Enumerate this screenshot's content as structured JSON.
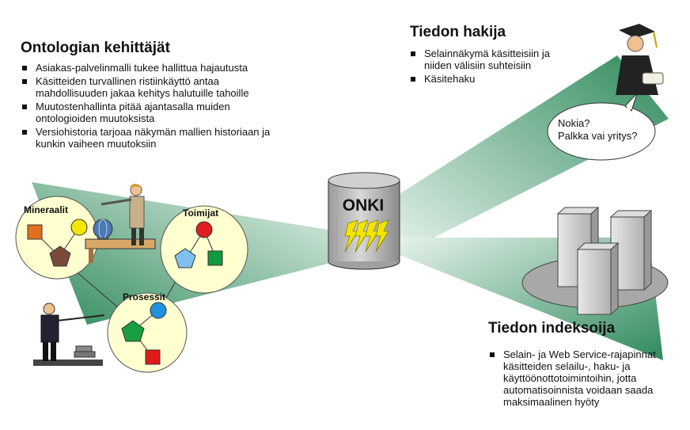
{
  "developers": {
    "title": "Ontologian kehittäjät",
    "items": [
      "Asiakas-palvelinmalli tukee hallittua hajautusta",
      "Käsitteiden turvallinen ristiinkäyttö antaa mahdollisuuden jakaa kehitys halutuille tahoille",
      "Muutostenhallinta pitää ajantasalla muiden ontologioiden muutoksista",
      "Versiohistoria tarjoaa näkymän mallien historiaan ja kunkin vaiheen muutoksiin"
    ]
  },
  "seeker": {
    "title": "Tiedon hakija",
    "items": [
      "Selainnäkymä käsitteisiin ja niiden välisiin suhteisiin",
      "Käsitehaku"
    ],
    "bubble_line1": "Nokia?",
    "bubble_line2": "Palkka vai yritys?"
  },
  "indexer": {
    "title": "Tiedon indeksoija",
    "items": [
      "Selain- ja Web Service-rajapinnat käsitteiden selailu-, haku- ja käyttöönottotoimintoihin, jotta automatisoinnista voidaan saada maksimaalinen hyöty"
    ]
  },
  "server": {
    "label": "ONKI"
  },
  "ontologies": {
    "minerals": "Mineraalit",
    "actors": "Toimijat",
    "processes": "Prosessit"
  },
  "colors": {
    "beam_dark": "#2f8a5c",
    "beam_light": "#e6f2ea",
    "ontology_fill": "#ffffd0",
    "cylinder": "#b9b9b9",
    "lightning": "#f2e600",
    "orange_square": "#e07020",
    "yellow_circle": "#f5e600",
    "brown_pentagon": "#7a4a3a",
    "red_circle": "#e02020",
    "blue_pentagon": "#80c0ef",
    "green_square": "#109a40",
    "green_pentagon": "#18a040",
    "blue_circle": "#2090e0",
    "red_square": "#e01818",
    "server_gray": "#c8c8c8",
    "platform_gray": "#a8a8a8"
  }
}
